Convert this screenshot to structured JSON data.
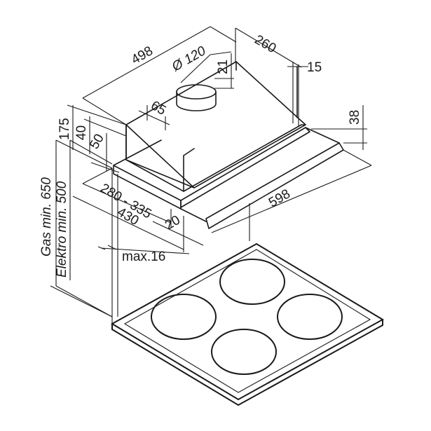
{
  "labels": {
    "d498": "498",
    "d260": "260",
    "d15": "15",
    "d120": "Ø 120",
    "d21": "21",
    "d65": "65",
    "d38": "38",
    "d175": "175",
    "d40": "40",
    "d50": "50",
    "d280": "280 - 335",
    "d430": "430",
    "d20": "20",
    "d598": "598",
    "max16": "max.16",
    "gas": "Gas min. 650",
    "elektro": "Elektro min. 500"
  }
}
